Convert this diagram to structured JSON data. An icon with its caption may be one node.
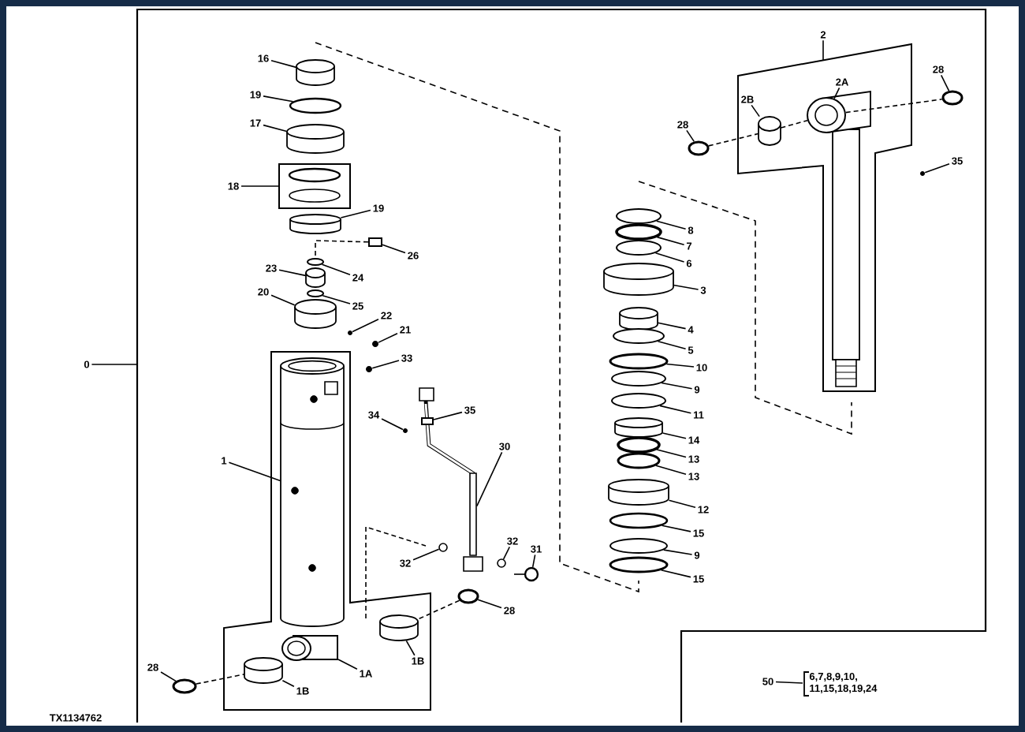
{
  "diagram": {
    "nodes": [
      {
        "text": [
          "16"
        ]
      },
      {
        "text": [
          "19"
        ]
      },
      {
        "text": [
          "17"
        ]
      },
      {
        "text": [
          "18"
        ]
      },
      {
        "text": [
          "19"
        ]
      },
      {
        "text": [
          "26"
        ]
      },
      {
        "text": [
          "23"
        ]
      },
      {
        "text": [
          "24"
        ]
      },
      {
        "text": [
          "20"
        ]
      },
      {
        "text": [
          "25"
        ]
      },
      {
        "text": [
          "22"
        ]
      },
      {
        "text": [
          "21"
        ]
      },
      {
        "text": [
          "0"
        ]
      },
      {
        "text": [
          "33"
        ]
      },
      {
        "text": [
          "34"
        ]
      },
      {
        "text": [
          "35"
        ]
      },
      {
        "text": [
          "30"
        ]
      },
      {
        "text": [
          "1"
        ]
      },
      {
        "text": [
          "32"
        ]
      },
      {
        "text": [
          "31"
        ]
      },
      {
        "text": [
          "32"
        ]
      },
      {
        "text": [
          "28"
        ]
      },
      {
        "text": [
          "1B"
        ]
      },
      {
        "text": [
          "1A"
        ]
      },
      {
        "text": [
          "28"
        ]
      },
      {
        "text": [
          "1B"
        ]
      },
      {
        "text": [
          "2"
        ]
      },
      {
        "text": [
          "28"
        ]
      },
      {
        "text": [
          "2A"
        ]
      },
      {
        "text": [
          "2B"
        ]
      },
      {
        "text": [
          "28"
        ]
      },
      {
        "text": [
          "35"
        ]
      },
      {
        "text": [
          "8"
        ]
      },
      {
        "text": [
          "7"
        ]
      },
      {
        "text": [
          "6"
        ]
      },
      {
        "text": [
          "3"
        ]
      },
      {
        "text": [
          "4"
        ]
      },
      {
        "text": [
          "5"
        ]
      },
      {
        "text": [
          "10"
        ]
      },
      {
        "text": [
          "9"
        ]
      },
      {
        "text": [
          "11"
        ]
      },
      {
        "text": [
          "14"
        ]
      },
      {
        "text": [
          "13"
        ]
      },
      {
        "text": [
          "13"
        ]
      },
      {
        "text": [
          "12"
        ]
      },
      {
        "text": [
          "15"
        ]
      },
      {
        "text": [
          "9"
        ]
      },
      {
        "text": [
          "15"
        ]
      },
      {
        "text": [
          "50"
        ]
      },
      {
        "text": [
          "6,7,8,9,10, 11,15,18,19,24"
        ]
      },
      {
        "text": [],
        "shape": "cylinder"
      },
      {
        "text": [],
        "shape": "ring"
      },
      {
        "text": [],
        "shape": "cylinder"
      },
      {
        "text": [],
        "shape": "box"
      },
      {
        "text": [],
        "shape": "cylinder"
      },
      {
        "text": [],
        "shape": "box"
      },
      {
        "text": [],
        "shape": "cylinder"
      },
      {
        "text": [],
        "shape": "ring"
      },
      {
        "text": [],
        "shape": "cylinder"
      },
      {
        "text": [],
        "shape": "ring"
      },
      {
        "text": [],
        "shape": "dot"
      },
      {
        "text": [],
        "shape": "dot"
      },
      {
        "text": [],
        "shape": "dot"
      },
      {
        "text": [],
        "shape": "dot"
      },
      {
        "text": [],
        "shape": "box"
      },
      {
        "text": [],
        "shape": "bar"
      },
      {
        "text": [],
        "shape": "cylinder"
      },
      {
        "text": [],
        "shape": "ring"
      },
      {
        "text": [],
        "shape": "ring"
      },
      {
        "text": [],
        "shape": "ring"
      },
      {
        "text": [],
        "shape": "ring"
      },
      {
        "text": [],
        "shape": "cylinder"
      },
      {
        "text": [],
        "shape": "box"
      },
      {
        "text": [],
        "shape": "ring"
      },
      {
        "text": [],
        "shape": "cylinder"
      },
      {
        "text": [],
        "shape": "ring"
      },
      {
        "text": [],
        "shape": "ring"
      },
      {
        "text": [],
        "shape": "cylinder"
      },
      {
        "text": [],
        "shape": "ring"
      },
      {
        "text": [],
        "shape": "dot"
      },
      {
        "text": [],
        "shape": "ring"
      },
      {
        "text": [],
        "shape": "ring"
      },
      {
        "text": [],
        "shape": "ring"
      },
      {
        "text": [],
        "shape": "cylinder"
      },
      {
        "text": [],
        "shape": "cylinder"
      },
      {
        "text": [],
        "shape": "ring"
      },
      {
        "text": [],
        "shape": "ring"
      },
      {
        "text": [],
        "shape": "ring"
      },
      {
        "text": [],
        "shape": "ring"
      },
      {
        "text": [],
        "shape": "cylinder"
      },
      {
        "text": [],
        "shape": "ring"
      },
      {
        "text": [],
        "shape": "ring"
      },
      {
        "text": [],
        "shape": "cylinder"
      },
      {
        "text": [],
        "shape": "ring"
      },
      {
        "text": [],
        "shape": "ring"
      },
      {
        "text": [],
        "shape": "ring"
      }
    ],
    "edges": [
      {
        "from": 0,
        "to": 50,
        "arrow": "none"
      },
      {
        "from": 1,
        "to": 51,
        "arrow": "none"
      },
      {
        "from": 2,
        "to": 52,
        "arrow": "none"
      },
      {
        "from": 3,
        "to": 53,
        "arrow": "none"
      },
      {
        "from": 4,
        "to": 54,
        "arrow": "none"
      },
      {
        "from": 5,
        "to": 55,
        "arrow": "none"
      },
      {
        "from": 6,
        "to": 56,
        "arrow": "none"
      },
      {
        "from": 7,
        "to": 57,
        "arrow": "none"
      },
      {
        "from": 8,
        "to": 58,
        "arrow": "none"
      },
      {
        "from": 9,
        "to": 59,
        "arrow": "none"
      },
      {
        "from": 10,
        "to": 60,
        "arrow": "none"
      },
      {
        "from": 11,
        "to": 61,
        "arrow": "none"
      },
      {
        "from": 12,
        "to": null,
        "arrow": "none"
      },
      {
        "from": 13,
        "to": 62,
        "arrow": "none"
      },
      {
        "from": 14,
        "to": 63,
        "arrow": "none"
      },
      {
        "from": 15,
        "to": 64,
        "arrow": "none"
      },
      {
        "from": 16,
        "to": 65,
        "arrow": "none"
      },
      {
        "from": 17,
        "to": 66,
        "arrow": "none"
      },
      {
        "from": 18,
        "to": 67,
        "arrow": "none"
      },
      {
        "from": 19,
        "to": 68,
        "arrow": "none"
      },
      {
        "from": 20,
        "to": 69,
        "arrow": "none"
      },
      {
        "from": 21,
        "to": 70,
        "arrow": "none"
      },
      {
        "from": 22,
        "to": 71,
        "arrow": "none"
      },
      {
        "from": 23,
        "to": 72,
        "arrow": "none"
      },
      {
        "from": 24,
        "to": 73,
        "arrow": "none"
      },
      {
        "from": 25,
        "to": 74,
        "arrow": "none"
      },
      {
        "from": 26,
        "to": null,
        "arrow": "none"
      },
      {
        "from": 27,
        "to": 75,
        "arrow": "none"
      },
      {
        "from": 28,
        "to": 76,
        "arrow": "none"
      },
      {
        "from": 29,
        "to": 77,
        "arrow": "none"
      },
      {
        "from": 30,
        "to": 78,
        "arrow": "none"
      },
      {
        "from": 31,
        "to": 79,
        "arrow": "none"
      },
      {
        "from": 32,
        "to": 80,
        "arrow": "none"
      },
      {
        "from": 33,
        "to": 81,
        "arrow": "none"
      },
      {
        "from": 34,
        "to": 82,
        "arrow": "none"
      },
      {
        "from": 35,
        "to": 83,
        "arrow": "none"
      },
      {
        "from": 36,
        "to": 84,
        "arrow": "none"
      },
      {
        "from": 37,
        "to": 85,
        "arrow": "none"
      },
      {
        "from": 38,
        "to": 86,
        "arrow": "none"
      },
      {
        "from": 39,
        "to": 87,
        "arrow": "none"
      },
      {
        "from": 40,
        "to": 88,
        "arrow": "none"
      },
      {
        "from": 41,
        "to": 89,
        "arrow": "none"
      },
      {
        "from": 42,
        "to": 90,
        "arrow": "none"
      },
      {
        "from": 43,
        "to": 91,
        "arrow": "none"
      },
      {
        "from": 44,
        "to": 92,
        "arrow": "none"
      },
      {
        "from": 45,
        "to": 93,
        "arrow": "none"
      },
      {
        "from": 46,
        "to": 94,
        "arrow": "none"
      },
      {
        "from": 47,
        "to": 95,
        "arrow": "none"
      },
      {
        "from": 48,
        "to": 49,
        "arrow": "none"
      },
      {
        "from": 55,
        "to": 57,
        "arrow": "none",
        "style": "dashed"
      },
      {
        "from": 73,
        "to": 74,
        "arrow": "none",
        "style": "dashed"
      },
      {
        "from": 70,
        "to": 71,
        "arrow": "none",
        "style": "dashed"
      },
      {
        "from": 78,
        "to": 77,
        "arrow": "none",
        "style": "dashed"
      },
      {
        "from": 77,
        "to": 76,
        "arrow": "none",
        "style": "dashed"
      },
      {
        "from": 76,
        "to": 75,
        "arrow": "none",
        "style": "dashed"
      }
    ],
    "labels": [
      "TX1134762"
    ]
  }
}
